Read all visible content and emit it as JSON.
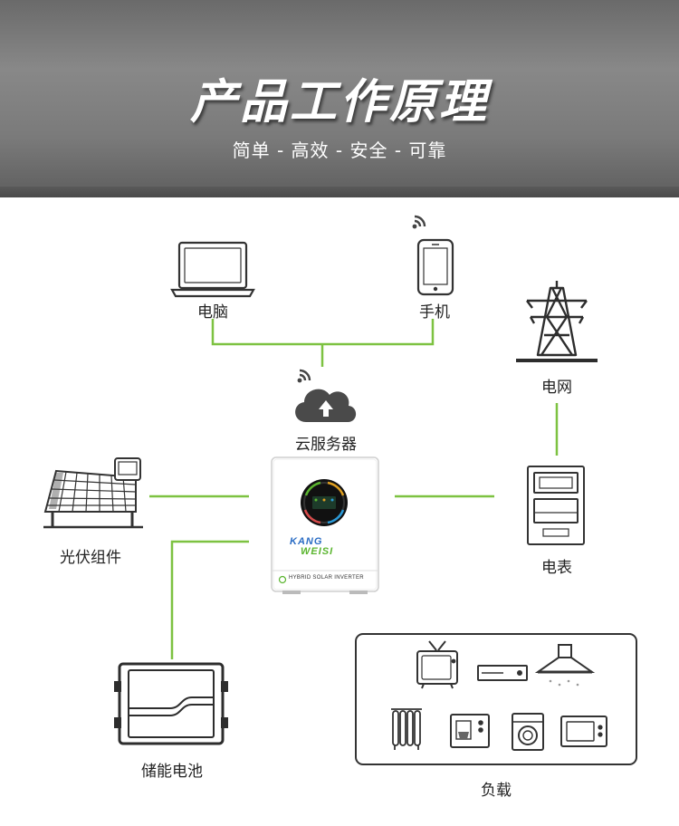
{
  "header": {
    "title": "产品工作原理",
    "subtitle": "简单 - 高效 - 安全 - 可靠"
  },
  "nodes": {
    "laptop": "电脑",
    "phone": "手机",
    "cloud": "云服务器",
    "grid": "电网",
    "solar": "光伏组件",
    "meter": "电表",
    "battery": "储能电池",
    "load": "负载"
  },
  "inverter": {
    "brand_line1": "KANG",
    "brand_line2": "WEISI",
    "model": "HYBRID SOLAR INVERTER"
  },
  "colors": {
    "connector": "#7dc241",
    "brand_blue": "#2a6cc4",
    "brand_green": "#5ab52e"
  }
}
